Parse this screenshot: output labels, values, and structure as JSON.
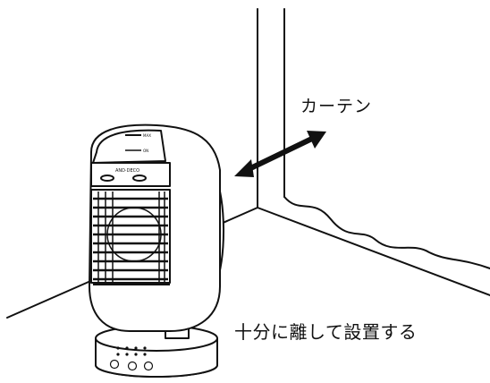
{
  "curtain_label": "カーテン",
  "placement_note": "十分に離して設置する",
  "device": {
    "brand_label": "AND·DECO",
    "top_indicator": "MAX",
    "sub_indicator": "ON"
  },
  "colors": {
    "line": "#111111",
    "background": "#ffffff"
  },
  "icons": [
    "double-arrow-icon",
    "power-icon",
    "mode-icon",
    "timer-icon"
  ]
}
